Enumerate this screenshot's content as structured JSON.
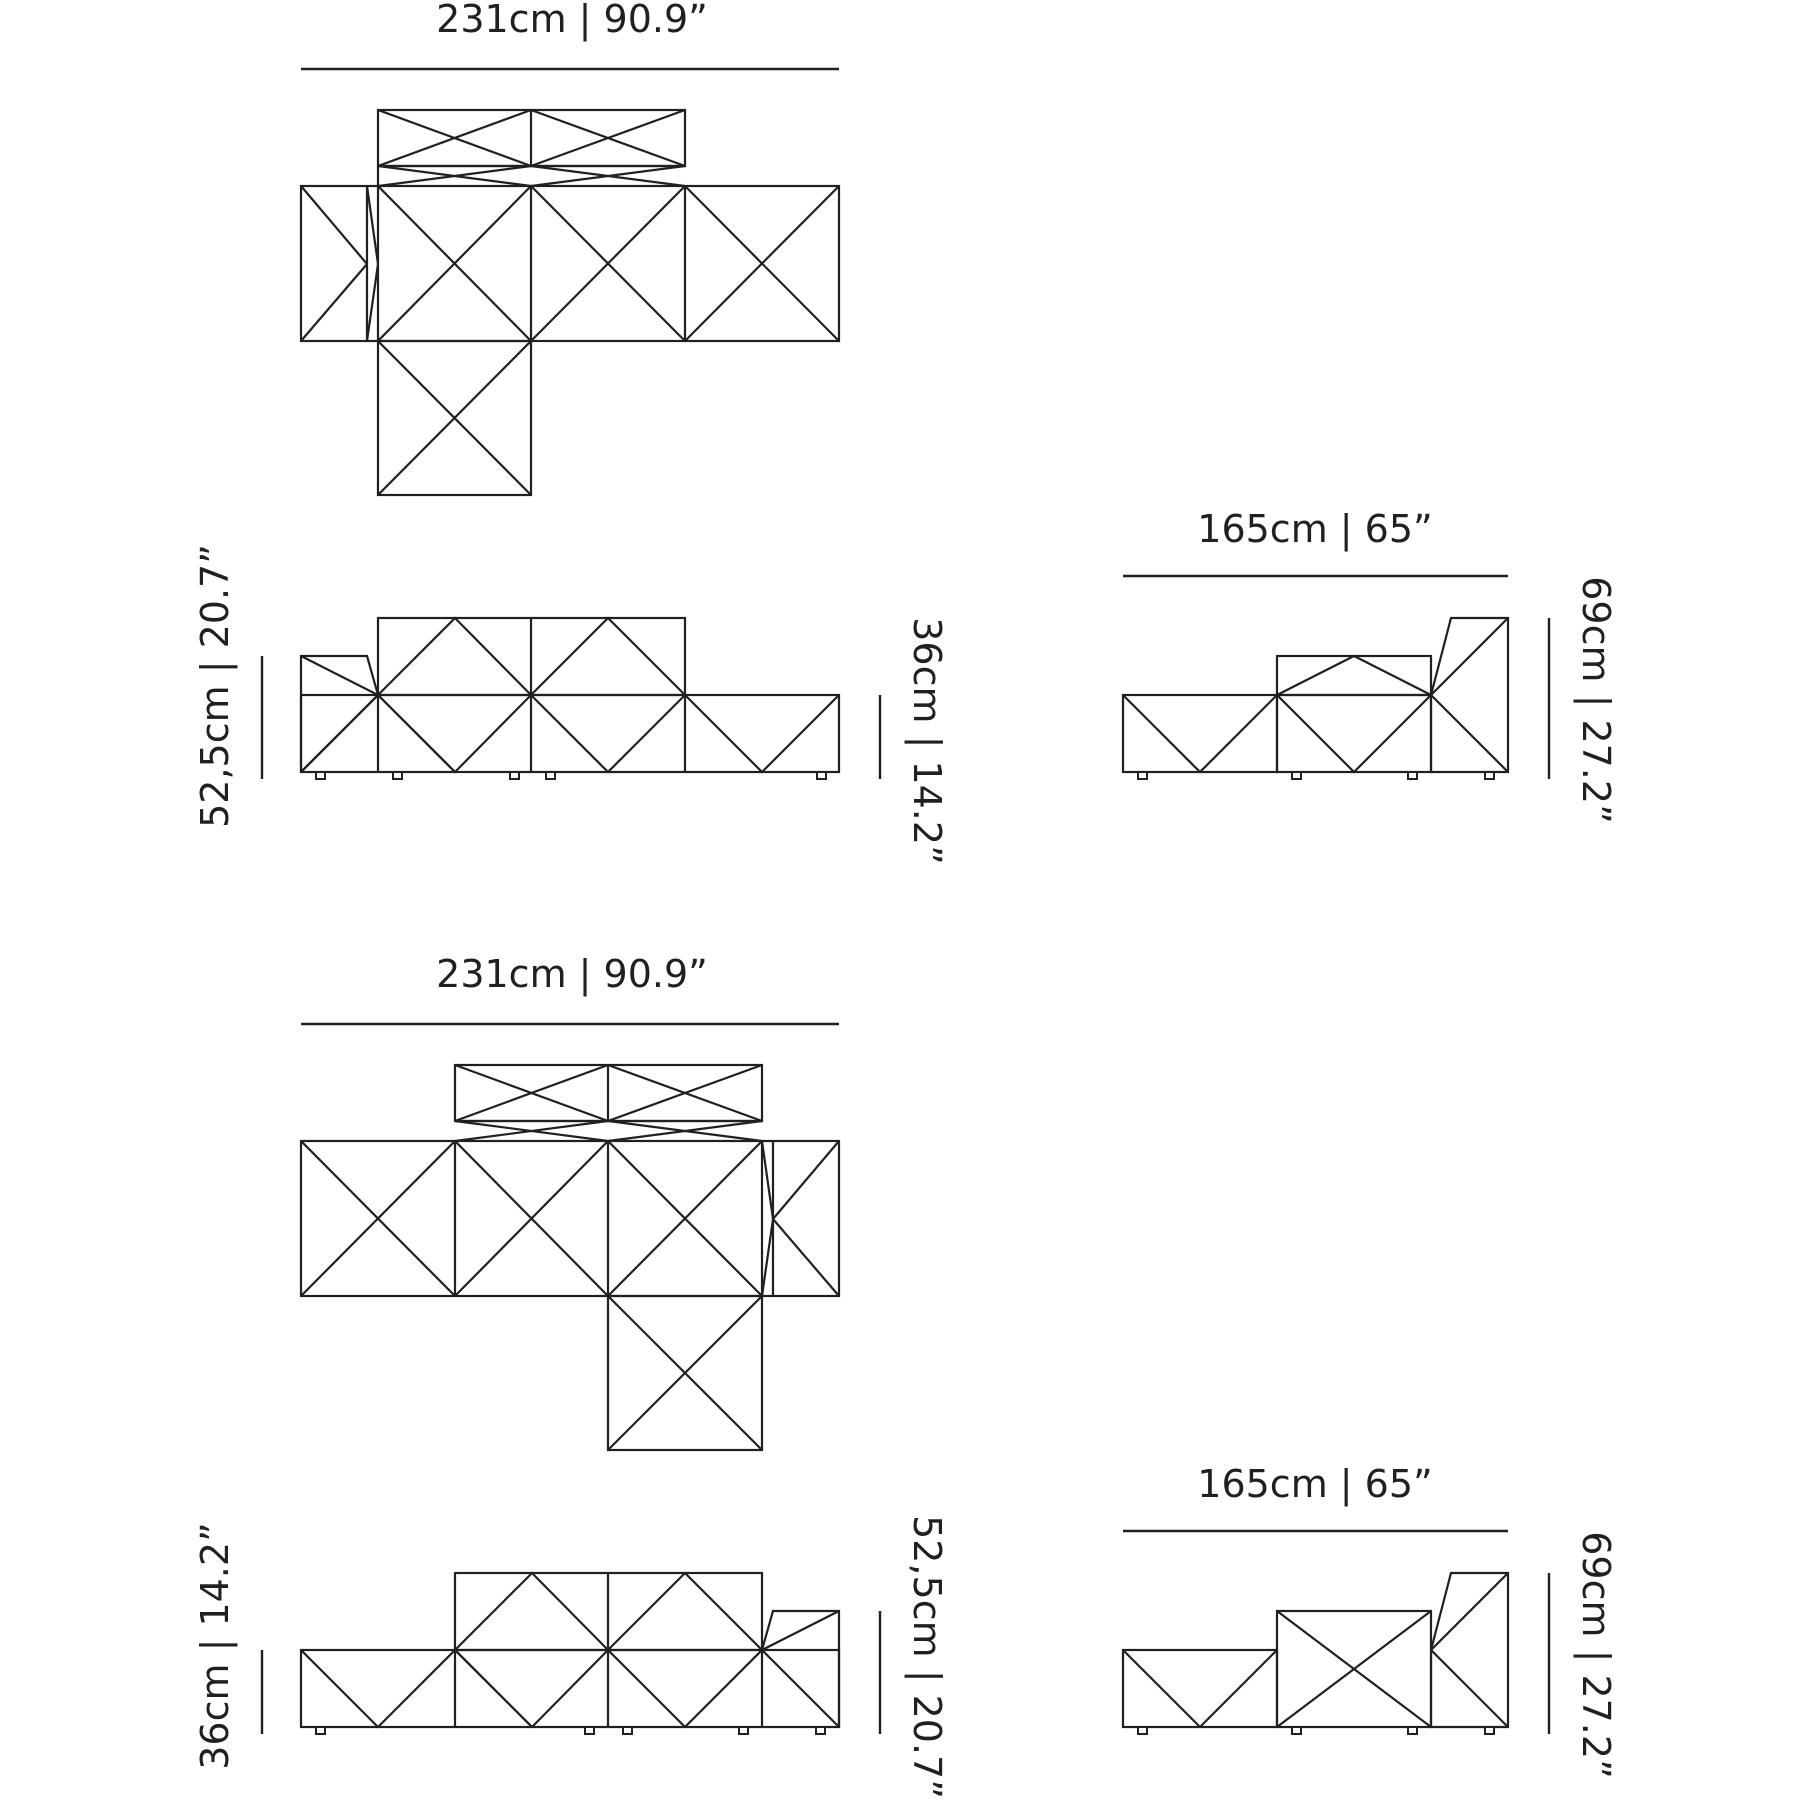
{
  "labels": {
    "upper_width": "231cm | 90.9”",
    "upper_left_height": "52,5cm | 20.7”",
    "upper_right_height": "36cm | 14.2”",
    "upper_side_width": "165cm | 65”",
    "upper_side_height": "69cm | 27.2”",
    "lower_width": "231cm | 90.9”",
    "lower_left_height": "36cm | 14.2”",
    "lower_right_height": "52,5cm | 20.7”",
    "lower_side_width": "165cm | 65”",
    "lower_side_height": "69cm | 27.2”"
  },
  "colors": {
    "line": "#231f20",
    "background": "#ffffff"
  }
}
